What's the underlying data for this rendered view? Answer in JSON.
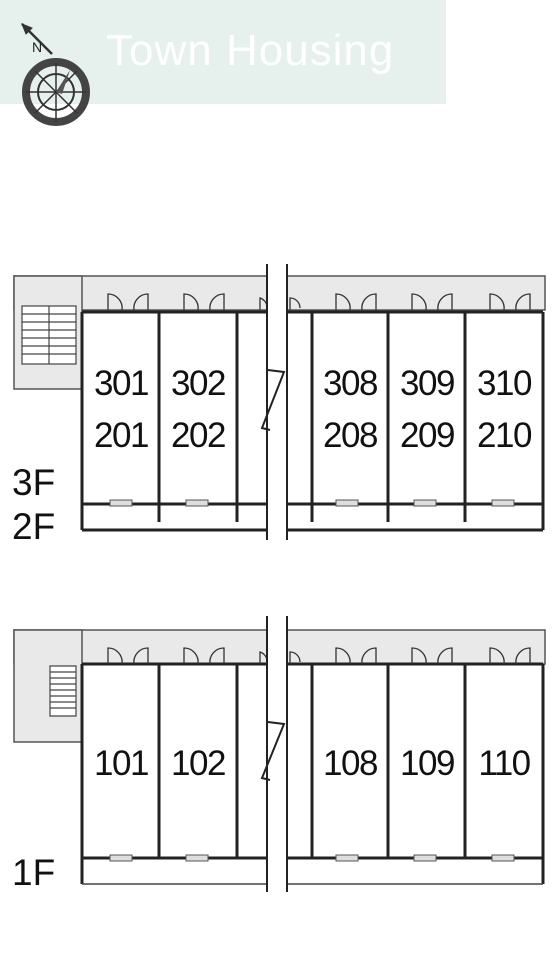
{
  "brand": {
    "name": "Town Housing"
  },
  "icons": {
    "compass": "compass-icon",
    "north": "N"
  },
  "colors": {
    "banner": "#e6f0ec",
    "brand_text": "#ffffff",
    "walkway": "#e9e9e9",
    "wall": "#222222"
  },
  "upper_block": {
    "floors": [
      "3F",
      "2F"
    ],
    "units": [
      {
        "top": "301",
        "bottom": "201"
      },
      {
        "top": "302",
        "bottom": "202"
      },
      {
        "top": "308",
        "bottom": "208"
      },
      {
        "top": "309",
        "bottom": "209"
      },
      {
        "top": "310",
        "bottom": "210"
      }
    ]
  },
  "lower_block": {
    "floor": "1F",
    "units": [
      "101",
      "102",
      "108",
      "109",
      "110"
    ]
  }
}
